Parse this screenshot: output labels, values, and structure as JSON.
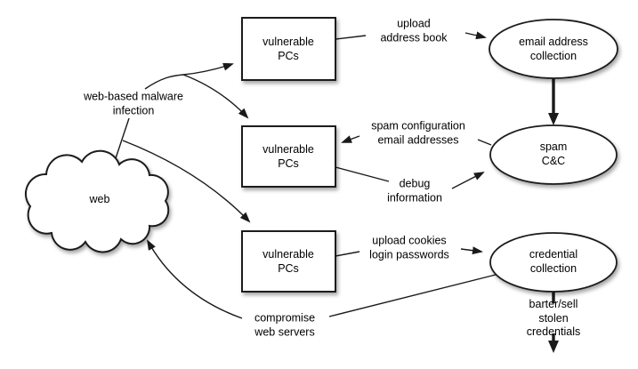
{
  "diagram": {
    "background_color": "#ffffff",
    "ink_color": "#1a1a1a",
    "nodes": {
      "web_cloud": {
        "label": "web",
        "shape": "cloud"
      },
      "pcs_top": {
        "label": "vulnerable\nPCs",
        "shape": "rectangle"
      },
      "pcs_middle": {
        "label": "vulnerable\nPCs",
        "shape": "rectangle"
      },
      "pcs_bottom": {
        "label": "vulnerable\nPCs",
        "shape": "rectangle"
      },
      "email_collection": {
        "label": "email address\ncollection",
        "shape": "ellipse"
      },
      "spam_cc": {
        "label": "spam\nC&C",
        "shape": "ellipse"
      },
      "credential_collection": {
        "label": "credential\ncollection",
        "shape": "ellipse"
      }
    },
    "edge_labels": {
      "web_malware_infection": "web-based malware\ninfection",
      "upload_address_book": "upload\naddress book",
      "spam_configuration": "spam configuration\nemail addresses",
      "debug_information": "debug\ninformation",
      "upload_cookies": "upload cookies\nlogin passwords",
      "compromise_web_servers": "compromise\nweb servers",
      "barter_sell": "barter/sell\nstolen credentials"
    }
  }
}
